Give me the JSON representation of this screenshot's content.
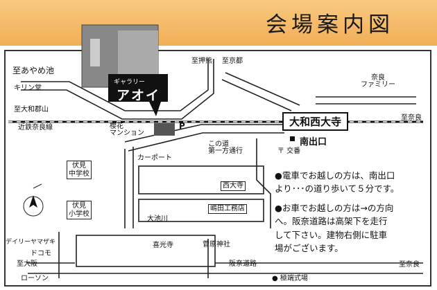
{
  "title": "会場案内図",
  "gallery": {
    "sub": "ギャラリー",
    "name": "アオイ"
  },
  "station": {
    "name": "大和西大寺",
    "exit": "南出口"
  },
  "labels": {
    "ayame": "至あやめ池",
    "kirin": "キリン堂",
    "yamato": "至大和郡山",
    "kintetsu": "近鉄奈良線",
    "hoshi": "至押熊",
    "kyoto": "至京都",
    "nara_family": "奈良\nファミリー",
    "nara_right": "至奈良",
    "mashion": "櫻花\nマンション",
    "carport": "カーポート",
    "koban": "〒 交番",
    "kono_street": "この道\n第一方通行",
    "saidaiji": "西大寺",
    "fushimi_mid": "伏見\n中学校",
    "fushimi_elem": "伏見\n小学校",
    "oike": "大池川",
    "shimada": "嶋田工務店",
    "daily": "デイリーヤマザキ",
    "docomo": "ドコモ",
    "kikoji": "喜光寺",
    "sugawara": "菅原神社",
    "osaka": "至大阪",
    "hanshin": "阪奈道路",
    "nara_bottom": "至奈良",
    "lawson": "ローソン",
    "bottom_mid": "● 極端式場",
    "p_mark": "P"
  },
  "notes": [
    "●電車でお越しの方は、南出口",
    "より･･･の道り歩いて５分です。",
    "●お車でお越しの方は→の方向",
    "へ。阪奈道路は高架下を走行",
    "して下さい。建物右側に駐車",
    "場がございます。"
  ],
  "colors": {
    "banner": "#f2ae57",
    "road": "#111111"
  }
}
